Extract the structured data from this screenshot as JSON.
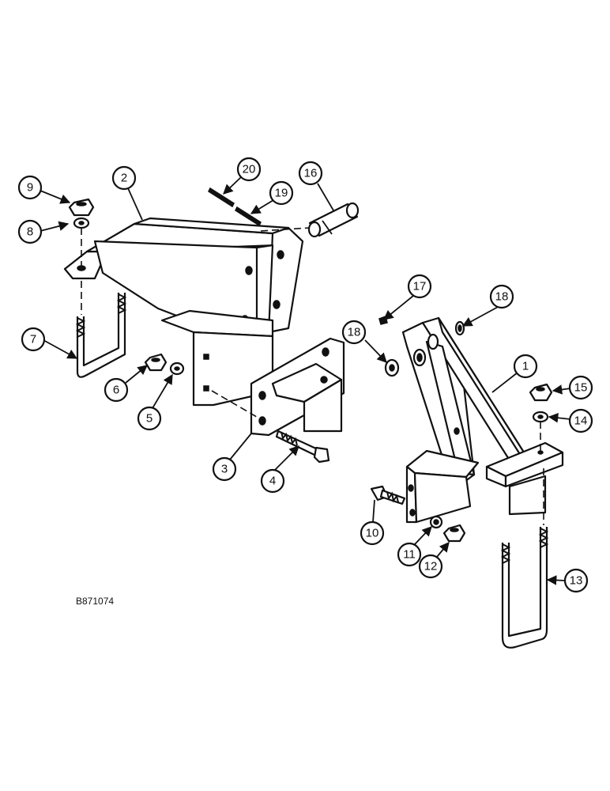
{
  "figure_ref": "B871074",
  "callouts": [
    "1",
    "2",
    "3",
    "4",
    "5",
    "6",
    "7",
    "8",
    "9",
    "10",
    "11",
    "12",
    "13",
    "14",
    "15",
    "16",
    "17",
    "18",
    "18",
    "19",
    "20"
  ],
  "colors": {
    "ink": "#111111",
    "paper": "#ffffff"
  }
}
